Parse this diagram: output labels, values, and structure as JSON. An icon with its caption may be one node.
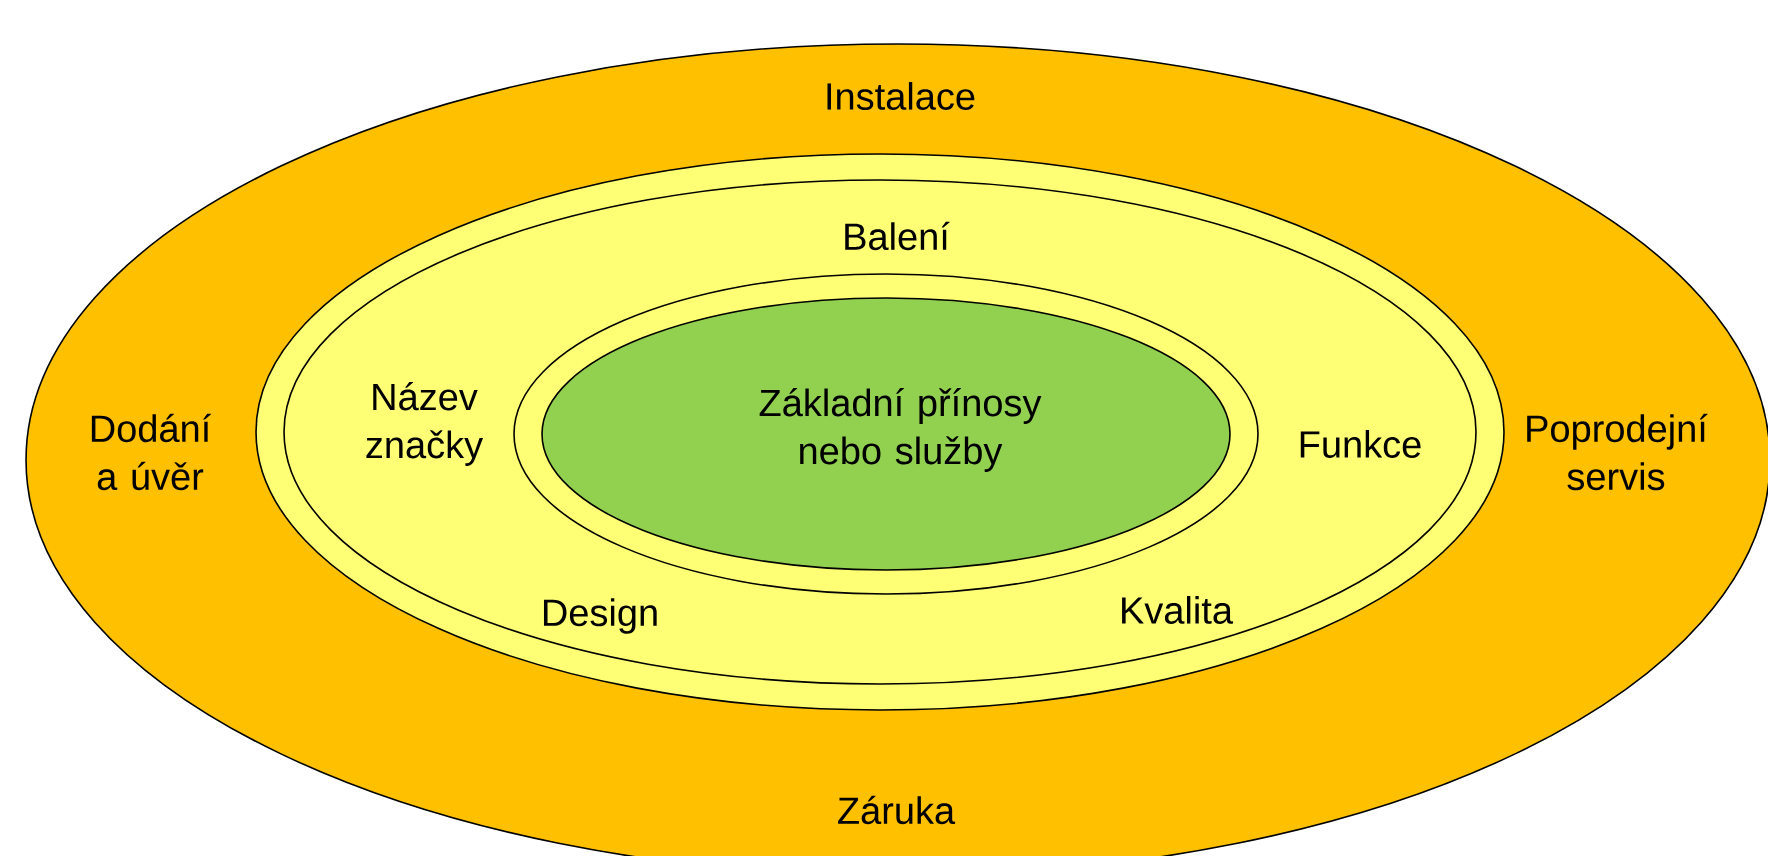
{
  "diagram": {
    "nodes": [
      {
        "text": [
          "Instalace",
          "Dodání a úvěr",
          "Poprodejní servis",
          "Záruka"
        ]
      },
      {
        "text": [
          "Balení",
          "Název značky",
          "Funkce",
          "Design",
          "Kvalita"
        ],
        "in": 0
      },
      {
        "text": [
          "Základní přínosy nebo služby"
        ],
        "in": 1
      }
    ]
  }
}
